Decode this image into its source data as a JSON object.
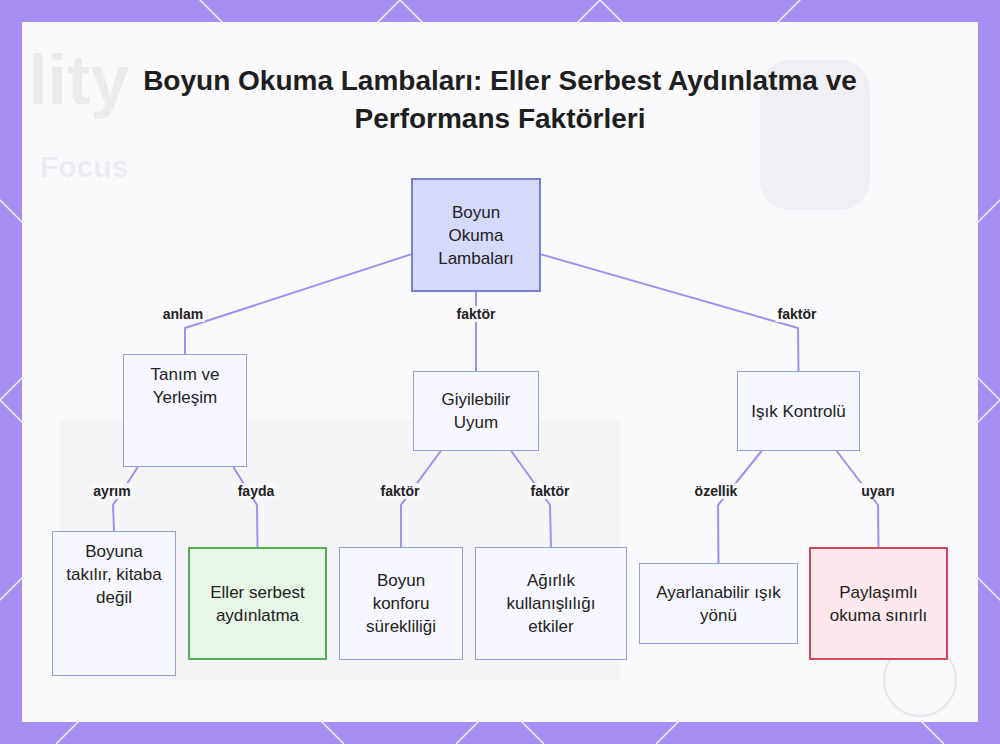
{
  "diagram": {
    "title": "Boyun Okuma Lambaları: Eller Serbest Aydınlatma ve Performans Faktörleri",
    "nodes": [
      {
        "text": [
          "Boyun Okuma Lambaları"
        ]
      },
      {
        "text": [
          "Tanım ve Yerleşim"
        ]
      },
      {
        "text": [
          "Giyilebilir Uyum"
        ]
      },
      {
        "text": [
          "Işık Kontrolü"
        ]
      },
      {
        "text": [
          "Boyuna takılır, kitaba değil"
        ]
      },
      {
        "text": [
          "Eller serbest aydınlatma"
        ]
      },
      {
        "text": [
          "Boyun konforu sürekliliği"
        ]
      },
      {
        "text": [
          "Ağırlık kullanışlılığı etkiler"
        ]
      },
      {
        "text": [
          "Ayarlanabilir ışık yönü"
        ]
      },
      {
        "text": [
          "Paylaşımlı okuma sınırlı"
        ]
      }
    ],
    "edges": [
      {
        "from": 0,
        "to": 1,
        "label": "anlam",
        "arrow": "none"
      },
      {
        "from": 0,
        "to": 2,
        "label": "faktör",
        "arrow": "none"
      },
      {
        "from": 0,
        "to": 3,
        "label": "faktör",
        "arrow": "none"
      },
      {
        "from": 1,
        "to": 4,
        "label": "ayrım",
        "arrow": "none"
      },
      {
        "from": 1,
        "to": 5,
        "label": "fayda",
        "arrow": "none"
      },
      {
        "from": 2,
        "to": 6,
        "label": "faktör",
        "arrow": "none"
      },
      {
        "from": 2,
        "to": 7,
        "label": "faktör",
        "arrow": "none"
      },
      {
        "from": 3,
        "to": 8,
        "label": "özellik",
        "arrow": "none"
      },
      {
        "from": 3,
        "to": 9,
        "label": "uyarı",
        "arrow": "none"
      }
    ],
    "labels": [
      "lity",
      "Focus"
    ]
  }
}
